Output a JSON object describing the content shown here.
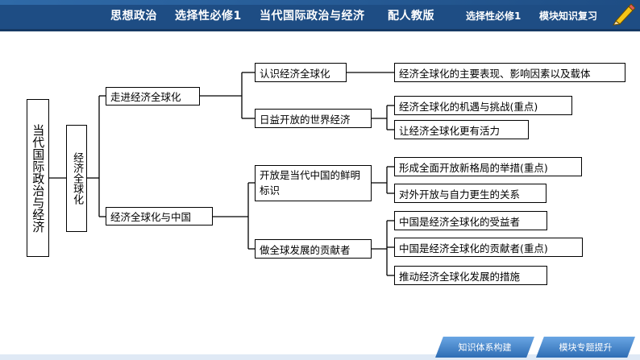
{
  "header": {
    "subject": "思想政治",
    "book": "选择性必修1",
    "title": "当代国际政治与经济",
    "edition": "配人教版",
    "book_right": "选择性必修1",
    "section": "模块知识复习"
  },
  "diagram": {
    "root": "当代国际政治与经济",
    "level1": "经济全球化",
    "branch1": {
      "label": "走进经济全球化",
      "child1": {
        "label": "认识经济全球化",
        "leaves": [
          "经济全球化的主要表现、影响因素以及载体"
        ]
      },
      "child2": {
        "label": "日益开放的世界经济",
        "leaves": [
          "经济全球化的机遇与挑战(重点)",
          "让经济全球化更有活力"
        ]
      }
    },
    "branch2": {
      "label": "经济全球化与中国",
      "child1": {
        "label": "开放是当代中国的鲜明标识",
        "leaves": [
          "形成全面开放新格局的举措(重点)",
          "对外开放与自力更生的关系"
        ]
      },
      "child2": {
        "label": "做全球发展的贡献者",
        "leaves": [
          "中国是经济全球化的受益者",
          "中国是经济全球化的贡献者(重点)",
          "推动经济全球化发展的措施"
        ]
      }
    }
  },
  "nav": {
    "btn1": "知识体系构建",
    "btn2": "模块专题提升"
  }
}
